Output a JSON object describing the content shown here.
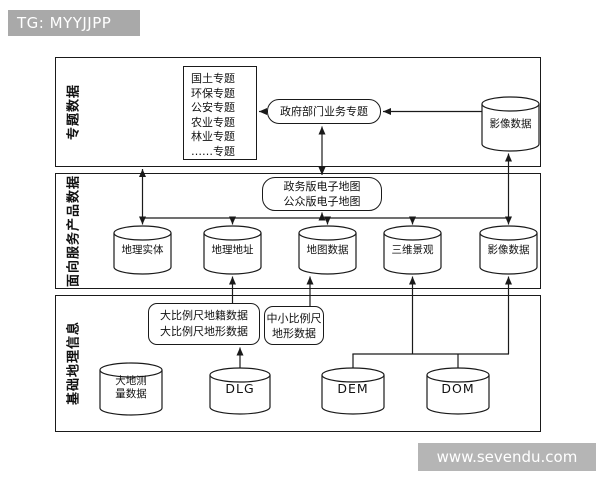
{
  "tag": "TG: MYYJJPP",
  "watermark": "www.sevendu.com",
  "sections": {
    "thematic": {
      "title": "专题数据",
      "topics": [
        "国土专题",
        "环保专题",
        "公安专题",
        "农业专题",
        "林业专题",
        "……专题"
      ],
      "gov_business": "政府部门业务专题",
      "image_data": "影像数据"
    },
    "service": {
      "title": "面向服务产品数据",
      "emap_line1": "政务版电子地图",
      "emap_line2": "公众版电子地图",
      "cylinders": [
        "地理实体",
        "地理地址",
        "地图数据",
        "三维景观",
        "影像数据"
      ]
    },
    "base": {
      "title": "基础地理信息",
      "large_scale_line1": "大比例尺地籍数据",
      "large_scale_line2": "大比例尺地形数据",
      "mid_scale_line1": "中小比例尺",
      "mid_scale_line2": "地形数据",
      "geodetic_line1": "大地测",
      "geodetic_line2": "量数据",
      "dlg": "DLG",
      "dem": "DEM",
      "dom": "DOM"
    }
  },
  "colors": {
    "line": "#1a1a1a",
    "tag_bg": "#a9a9a9",
    "watermark_bg": "#b5b5b5",
    "background": "#ffffff",
    "text": "#111111"
  }
}
